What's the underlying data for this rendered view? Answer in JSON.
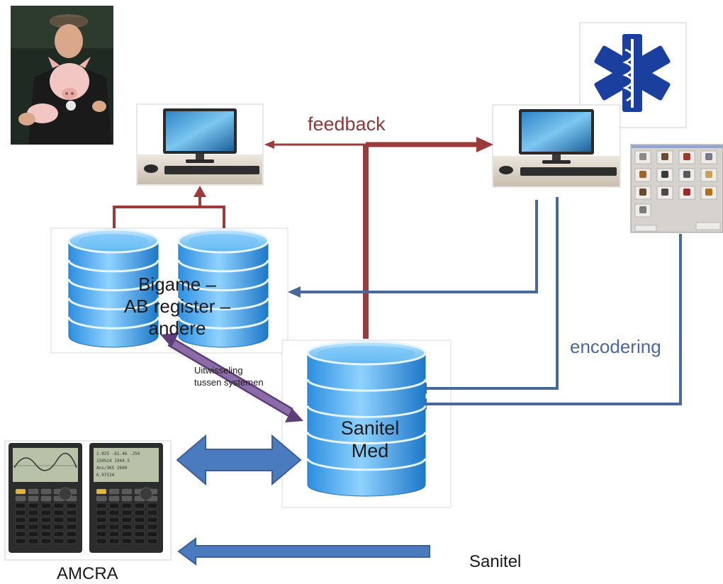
{
  "labels": {
    "feedback": "feedback",
    "encoding": "encodering",
    "registry_db_lines": [
      "Bigame –",
      "AB register –",
      "andere"
    ],
    "exchange_lines": [
      "Uitwisseling",
      "tussen systemen"
    ],
    "central_db_lines": [
      "Sanitel",
      "Med"
    ],
    "amcra": "AMCRA",
    "sanitel": "Sanitel"
  },
  "nodes": {
    "farmer_photo": "farmer-with-pig-photo",
    "farmer_computer": "desktop-computer",
    "vet_computer": "desktop-computer",
    "vet_symbol": "star-of-life-icon",
    "encoding_form": "medicine-selection-dialog",
    "registry_databases": "database-cylinders",
    "central_database": "database-cylinder",
    "amcra_device": "graphing-calculators"
  },
  "colors": {
    "feedback": "#9b3b3b",
    "data_flow": "#4a6899",
    "database_light": "#7ec3f5",
    "database_dark": "#1e7fd0",
    "exchange_arrow": "#6b4f80",
    "label_red": "#8b3a3a",
    "label_blue": "#4a6899",
    "vet_blue": "#1a3f9e"
  }
}
